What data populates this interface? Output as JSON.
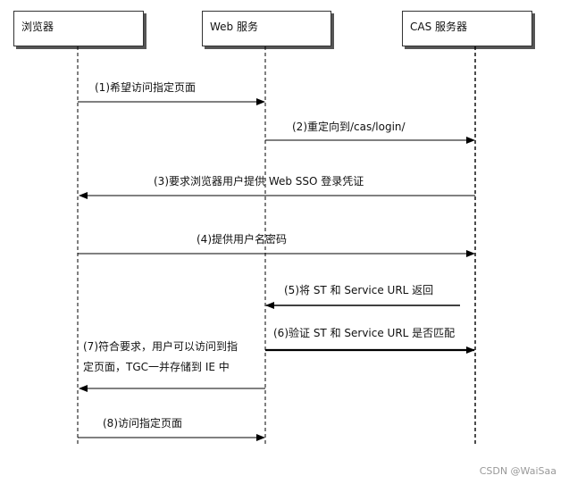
{
  "actors": {
    "browser": "浏览器",
    "web": "Web 服务",
    "cas": "CAS 服务器"
  },
  "messages": {
    "m1": "(1)希望访问指定页面",
    "m2": "(2)重定向到/cas/login/",
    "m3": "(3)要求浏览器用户提供 Web SSO 登录凭证",
    "m4": "(4)提供用户名密码",
    "m5": "(5)将 ST 和 Service URL 返回",
    "m6": "(6)验证 ST 和 Service URL 是否匹配",
    "m7_line1": "(7)符合要求，用户可以访问到指",
    "m7_line2": "定页面，TGC一并存储到 IE 中",
    "m8": "(8)访问指定页面"
  },
  "watermark": "CSDN @WaiSaa"
}
